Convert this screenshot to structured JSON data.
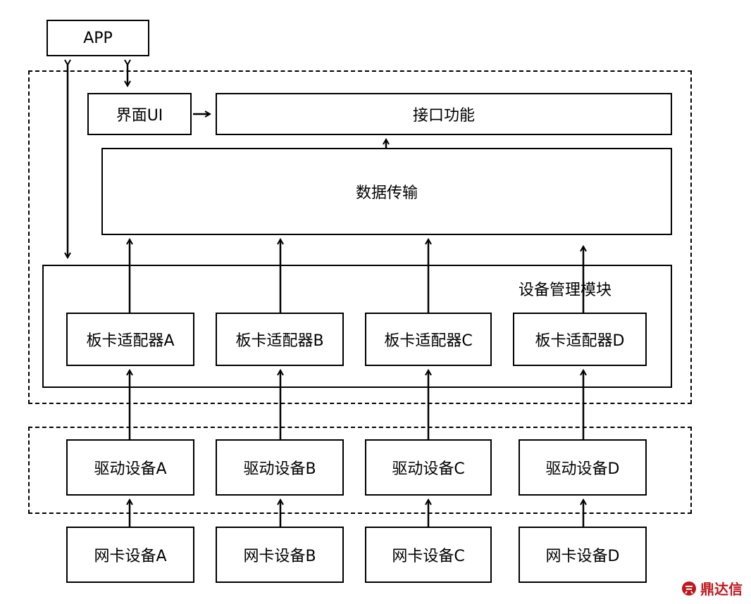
{
  "app": "APP",
  "ui": "界面UI",
  "interface": "接口功能",
  "transfer": "数据传输",
  "device_mgmt": "设备管理模块",
  "adapters": [
    "板卡适配器A",
    "板卡适配器B",
    "板卡适配器C",
    "板卡适配器D"
  ],
  "drivers": [
    "驱动设备A",
    "驱动设备B",
    "驱动设备C",
    "驱动设备D"
  ],
  "nics": [
    "网卡设备A",
    "网卡设备B",
    "网卡设备C",
    "网卡设备D"
  ],
  "watermark": "鼎达信",
  "colors": {
    "stroke": "#000000",
    "watermark": "#c0161c"
  }
}
